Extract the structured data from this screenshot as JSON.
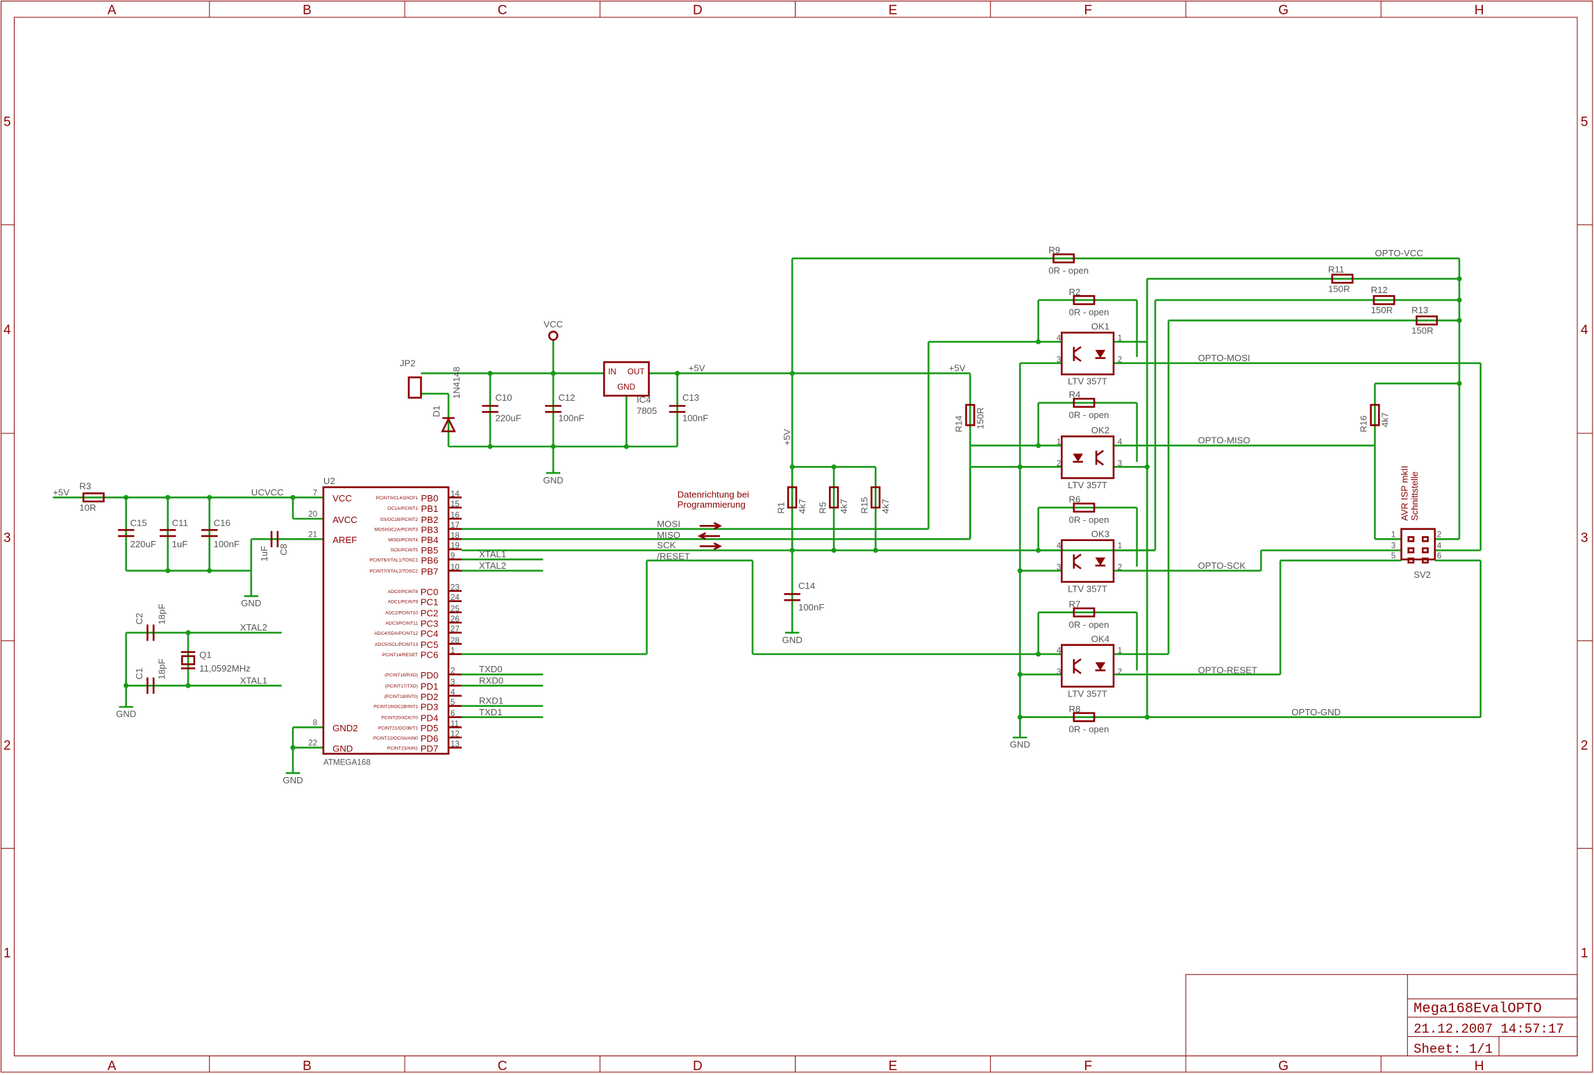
{
  "frame": {
    "columns": [
      "A",
      "B",
      "C",
      "D",
      "E",
      "F",
      "G",
      "H"
    ],
    "rows": [
      "5",
      "4",
      "3",
      "2",
      "1"
    ]
  },
  "title_block": {
    "name": "Mega168EvalOPTO",
    "date": "21.12.2007 14:57:17",
    "sheet": "Sheet: 1/1"
  },
  "mcu": {
    "ref": "U2",
    "part": "ATMEGA168",
    "left_pins": [
      {
        "name": "VCC",
        "num": "7"
      },
      {
        "name": "AVCC",
        "num": "20"
      },
      {
        "name": "AREF",
        "num": "21"
      },
      {
        "name": "GND2",
        "num": "8"
      },
      {
        "name": "GND",
        "num": "22"
      }
    ],
    "right_pins": [
      {
        "name": "PB0",
        "num": "14",
        "func": "PCINT0/CLKO/ICP1"
      },
      {
        "name": "PB1",
        "num": "15",
        "func": "OC1A/PCINT1"
      },
      {
        "name": "PB2",
        "num": "16",
        "func": "SS/OC1B/PCINT2"
      },
      {
        "name": "PB3",
        "num": "17",
        "func": "MOSI/OC2A/PCINT3"
      },
      {
        "name": "PB4",
        "num": "18",
        "func": "MISO/PCINT4"
      },
      {
        "name": "PB5",
        "num": "19",
        "func": "SCK/PCINT5"
      },
      {
        "name": "PB6",
        "num": "9",
        "func": "PCINT6/XTAL1/TOSC1"
      },
      {
        "name": "PB7",
        "num": "10",
        "func": "PCINT7/XTAL2/TOSC2"
      },
      {
        "name": "PC0",
        "num": "23",
        "func": "ADC0/PCINT8"
      },
      {
        "name": "PC1",
        "num": "24",
        "func": "ADC1/PCINT9"
      },
      {
        "name": "PC2",
        "num": "25",
        "func": "ADC2/PCINT10"
      },
      {
        "name": "PC3",
        "num": "26",
        "func": "ADC3/PCINT11"
      },
      {
        "name": "PC4",
        "num": "27",
        "func": "ADC4/SDA/PCINT12"
      },
      {
        "name": "PC5",
        "num": "28",
        "func": "ADC5/SCL/PCINT13"
      },
      {
        "name": "PC6",
        "num": "1",
        "func": "PCINT14/RESET"
      },
      {
        "name": "PD0",
        "num": "2",
        "func": "(PCINT16/RXD)"
      },
      {
        "name": "PD1",
        "num": "3",
        "func": "(PCINT17/TXD)"
      },
      {
        "name": "PD2",
        "num": "4",
        "func": "(PCINT18/INT0)"
      },
      {
        "name": "PD3",
        "num": "5",
        "func": "PCINT19/OC2B/INT1"
      },
      {
        "name": "PD4",
        "num": "6",
        "func": "PCINT20/XCK/T0"
      },
      {
        "name": "PD5",
        "num": "11",
        "func": "PCINT21/OC0B/T1"
      },
      {
        "name": "PD6",
        "num": "12",
        "func": "PCINT22/OC0A/AIN0"
      },
      {
        "name": "PD7",
        "num": "13",
        "func": "PCINT23/AIN1"
      }
    ]
  },
  "net_labels": {
    "p5v": "+5V",
    "ucvcc": "UCVCC",
    "vcc": "VCC",
    "gnd": "GND",
    "mosi": "MOSI",
    "miso": "MISO",
    "sck": "SCK",
    "reset": "/RESET",
    "xtal1": "XTAL1",
    "xtal2": "XTAL2",
    "txd0": "TXD0",
    "rxd0": "RXD0",
    "rxd1": "RXD1",
    "txd1": "TXD1",
    "opto_vcc": "OPTO-VCC",
    "opto_mosi": "OPTO-MOSI",
    "opto_miso": "OPTO-MISO",
    "opto_sck": "OPTO-SCK",
    "opto_reset": "OPTO-RESET",
    "opto_gnd": "OPTO-GND"
  },
  "note": {
    "line1": "Datenrichtung bei",
    "line2": "Programmierung"
  },
  "connector": {
    "ref": "SV2",
    "title1": "AVR ISP mkII",
    "title2": "Schnittstelle"
  },
  "components": {
    "R3": "10R",
    "C15": "220uF",
    "C11": "1uF",
    "C16": "100nF",
    "C8": "1uF",
    "C2": "18pF",
    "C1": "18pF",
    "Q1": "11,0592MHz",
    "JP2": "",
    "D1": "1N4148",
    "C10": "220uF",
    "C12": "100nF",
    "IC4": "7805",
    "C13": "100nF",
    "R1": "4k7",
    "R5": "4k7",
    "R15": "4k7",
    "C14": "100nF",
    "R14": "150R",
    "R9": "0R - open",
    "R2": "0R - open",
    "R4": "0R - open",
    "R6": "0R - open",
    "R7": "0R - open",
    "R8": "0R - open",
    "R11": "150R",
    "R12": "150R",
    "R13": "150R",
    "R16": "4k7",
    "OK1": "LTV 357T",
    "OK2": "LTV 357T",
    "OK3": "LTV 357T",
    "OK4": "LTV 357T"
  },
  "regulator_pins": {
    "in": "IN",
    "out": "OUT",
    "gnd": "GND"
  }
}
